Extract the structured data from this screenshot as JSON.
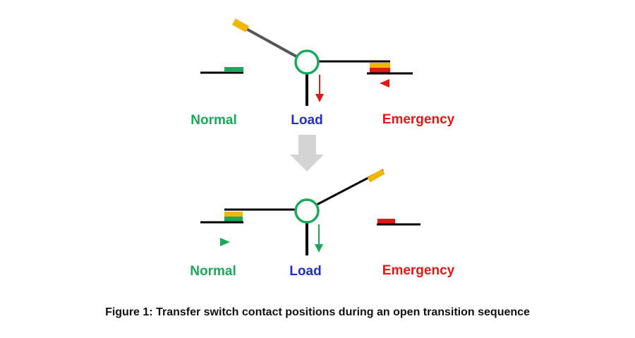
{
  "colors": {
    "normal": "#1aa85a",
    "load": "#1f2fbf",
    "emergency": "#e01818",
    "contact_yellow": "#f2b600",
    "line": "#000000",
    "transition_arrow": "#d4d4d4"
  },
  "top_state": {
    "normal_label": "Normal",
    "load_label": "Load",
    "emergency_label": "Emergency"
  },
  "bottom_state": {
    "normal_label": "Normal",
    "load_label": "Load",
    "emergency_label": "Emergency"
  },
  "caption": "Figure 1: Transfer switch contact positions during an open transition sequence"
}
